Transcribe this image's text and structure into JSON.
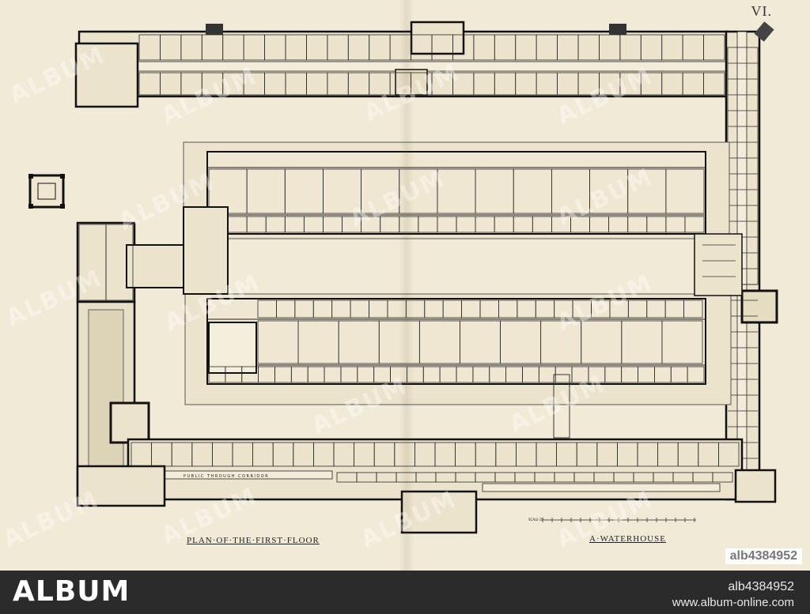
{
  "plate_number": "VI.",
  "caption_left": "PLAN·OF·THE·FIRST·FLOOR",
  "caption_right": "A·WATERHOUSE",
  "corridor_label": "PUBLIC THROUGH CORRIDOR",
  "scale_label": "SCALE OF",
  "watermark_text": "ALBUM",
  "image_code": "alb4384952",
  "footer": {
    "brand": "ALBUM",
    "code": "alb4384952",
    "url": "www.album-online.com"
  },
  "colors": {
    "paper": "#f1ead7",
    "ink": "#1a1a1a",
    "footer_bg": "#2b2b2b"
  }
}
